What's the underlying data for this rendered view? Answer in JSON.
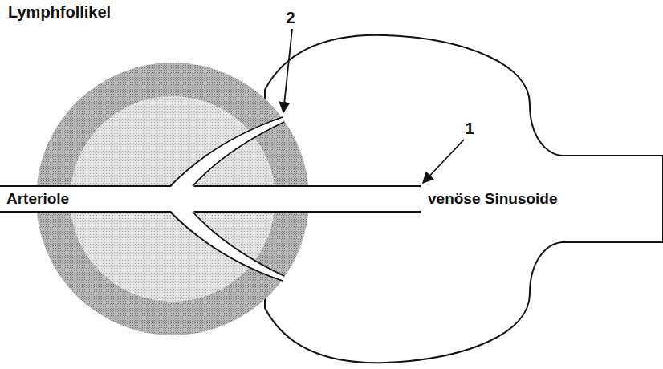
{
  "diagram": {
    "nodes": [
      {
        "text": [
          "Lymphfollikel"
        ]
      }
    ],
    "labels": [
      "2",
      "1",
      "Arteriole",
      "venöse Sinusoide"
    ]
  }
}
